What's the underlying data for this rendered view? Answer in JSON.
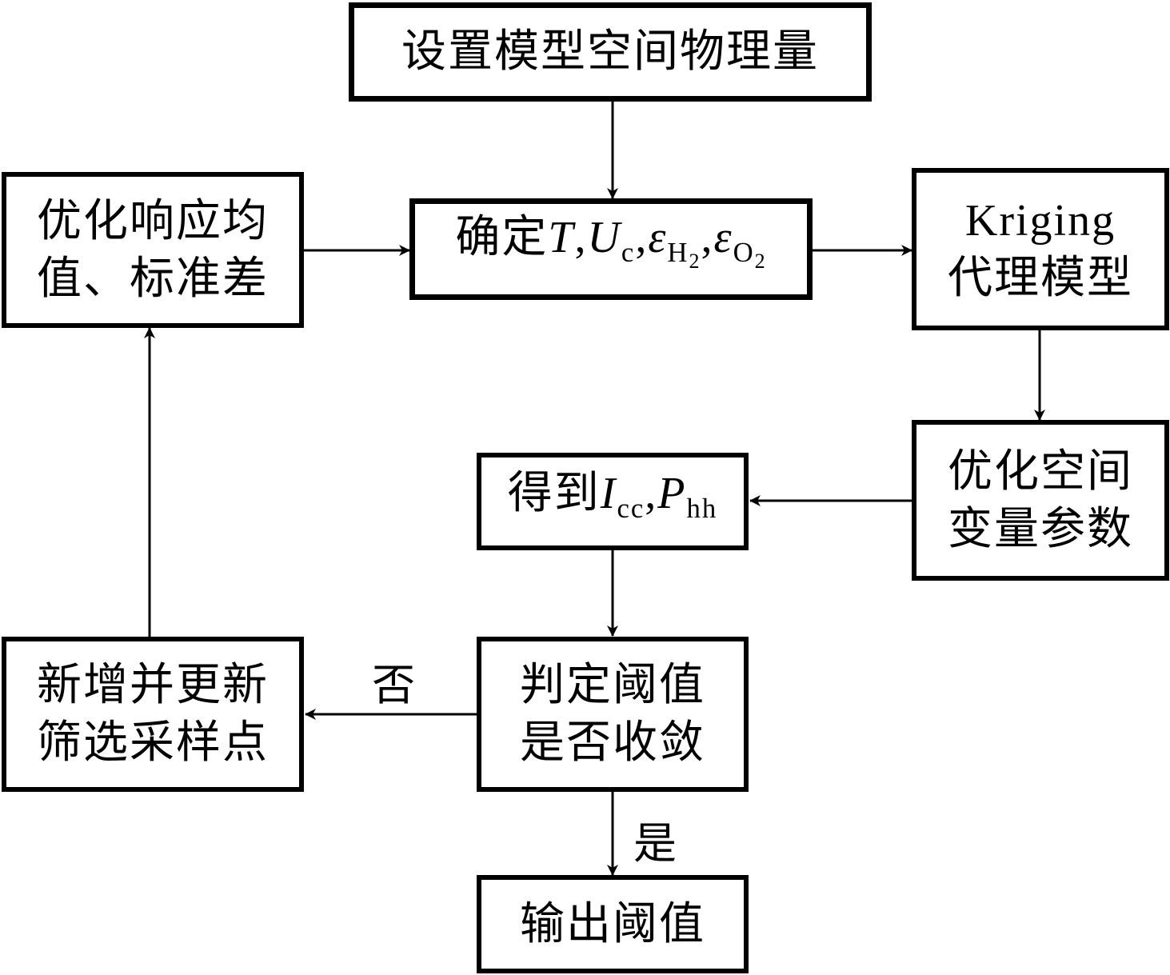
{
  "nodes": {
    "set_space": {
      "label": "设置模型空间物理量"
    },
    "determine": {
      "prefix": "确定",
      "var_T": "T",
      "var_U": "U",
      "sub_c": "c",
      "eps": "ε",
      "sub_H": "H",
      "sub_O": "O",
      "two": "2",
      "comma": ","
    },
    "kriging": {
      "line1": "Kriging",
      "line2": "代理模型"
    },
    "optimize_vars": {
      "line1": "优化空间",
      "line2": "变量参数"
    },
    "obtain": {
      "prefix": "得到",
      "var_I": "I",
      "sub_cc": "cc",
      "var_P": "P",
      "sub_hh": "hh",
      "comma": ","
    },
    "judge": {
      "line1": "判定阈值",
      "line2": "是否收敛"
    },
    "output": {
      "label": "输出阈值"
    },
    "update_samples": {
      "line1": "新增并更新",
      "line2": "筛选采样点"
    },
    "optimize_response": {
      "line1": "优化响应均",
      "line2": "值、标准差"
    }
  },
  "edge_labels": {
    "no": "否",
    "yes": "是"
  },
  "edges": [
    {
      "from": "set_space",
      "to": "determine"
    },
    {
      "from": "determine",
      "to": "kriging"
    },
    {
      "from": "kriging",
      "to": "optimize_vars"
    },
    {
      "from": "optimize_vars",
      "to": "obtain"
    },
    {
      "from": "obtain",
      "to": "judge"
    },
    {
      "from": "judge",
      "to": "output",
      "label": "是"
    },
    {
      "from": "judge",
      "to": "update_samples",
      "label": "否"
    },
    {
      "from": "update_samples",
      "to": "optimize_response"
    },
    {
      "from": "optimize_response",
      "to": "determine"
    }
  ],
  "colors": {
    "stroke": "#000000",
    "background": "#ffffff"
  }
}
